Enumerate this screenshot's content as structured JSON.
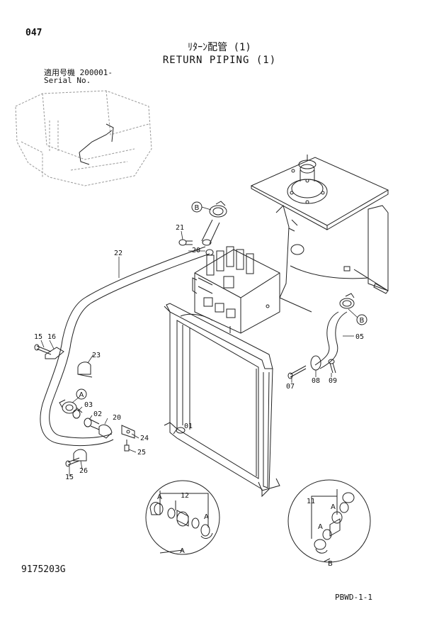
{
  "header": {
    "page_number": "047",
    "title_jp": "ﾘﾀｰﾝ配管 (1)",
    "title_en": "RETURN PIPING (1)",
    "serial_jp": "適用号機  200001-",
    "serial_en": "Serial No."
  },
  "footer": {
    "figure_number": "9175203G",
    "page_code": "PBWD-1-1"
  },
  "part_labels": {
    "p01": "01",
    "p02": "02",
    "p03": "03",
    "p05": "05",
    "p07": "07",
    "p08": "08",
    "p09": "09",
    "p11": "11",
    "p12": "12",
    "p15a": "15",
    "p15b": "15",
    "p16": "16",
    "p20a": "20",
    "p20b": "20",
    "p21": "21",
    "p22": "22",
    "p23": "23",
    "p24": "24",
    "p25": "25",
    "p26": "26"
  },
  "callouts": {
    "b_top": "B",
    "b_right": "B",
    "a_left": "A",
    "detail_a": "A",
    "detail_b": "B",
    "detail_a_inner1": "A",
    "detail_a_inner2": "A",
    "detail_b_inner1": "A",
    "detail_b_inner2": "A"
  }
}
